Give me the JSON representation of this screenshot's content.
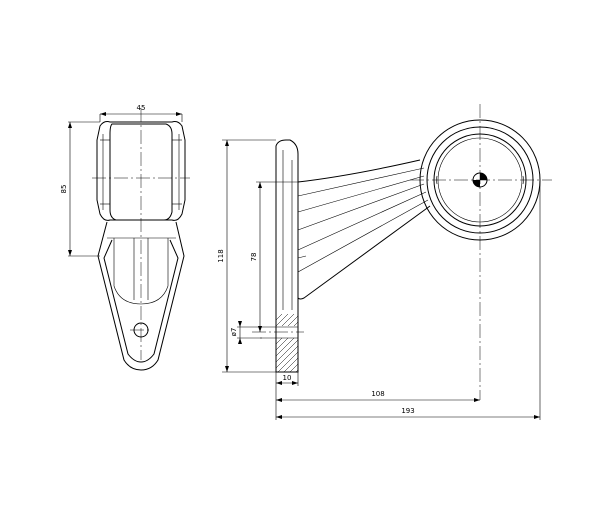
{
  "dimensions": {
    "width_top": "45",
    "height_left": "85",
    "height_total": "118",
    "height_inner": "78",
    "hole_dia": "ø7",
    "base_width": "10",
    "center_offset": "108",
    "total_width": "193"
  }
}
